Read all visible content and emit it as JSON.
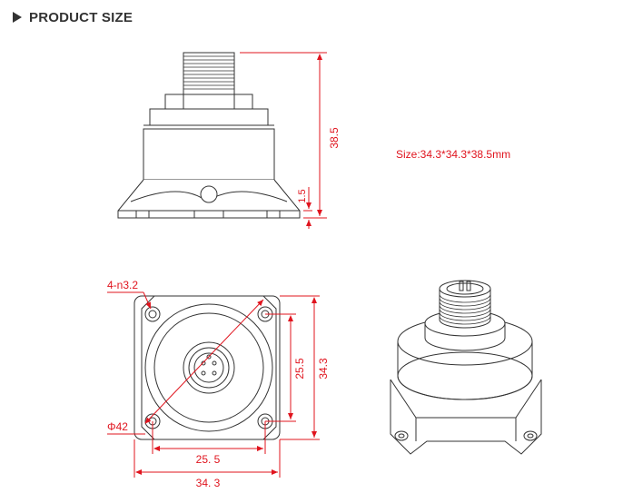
{
  "header": {
    "title": "PRODUCT SIZE"
  },
  "size_note": "Size:34.3*34.3*38.5mm",
  "dims": {
    "height_total": "38.5",
    "base_thickness": "1.5",
    "hole_spec": "4-n3.2",
    "circle_dia": "Φ42",
    "hole_pitch_v": "25.5",
    "width_v": "34.3",
    "hole_pitch_h": "25. 5",
    "width_h": "34. 3"
  },
  "colors": {
    "dimension": "#e0141e",
    "drawing": "#333333",
    "heading": "#333333"
  }
}
